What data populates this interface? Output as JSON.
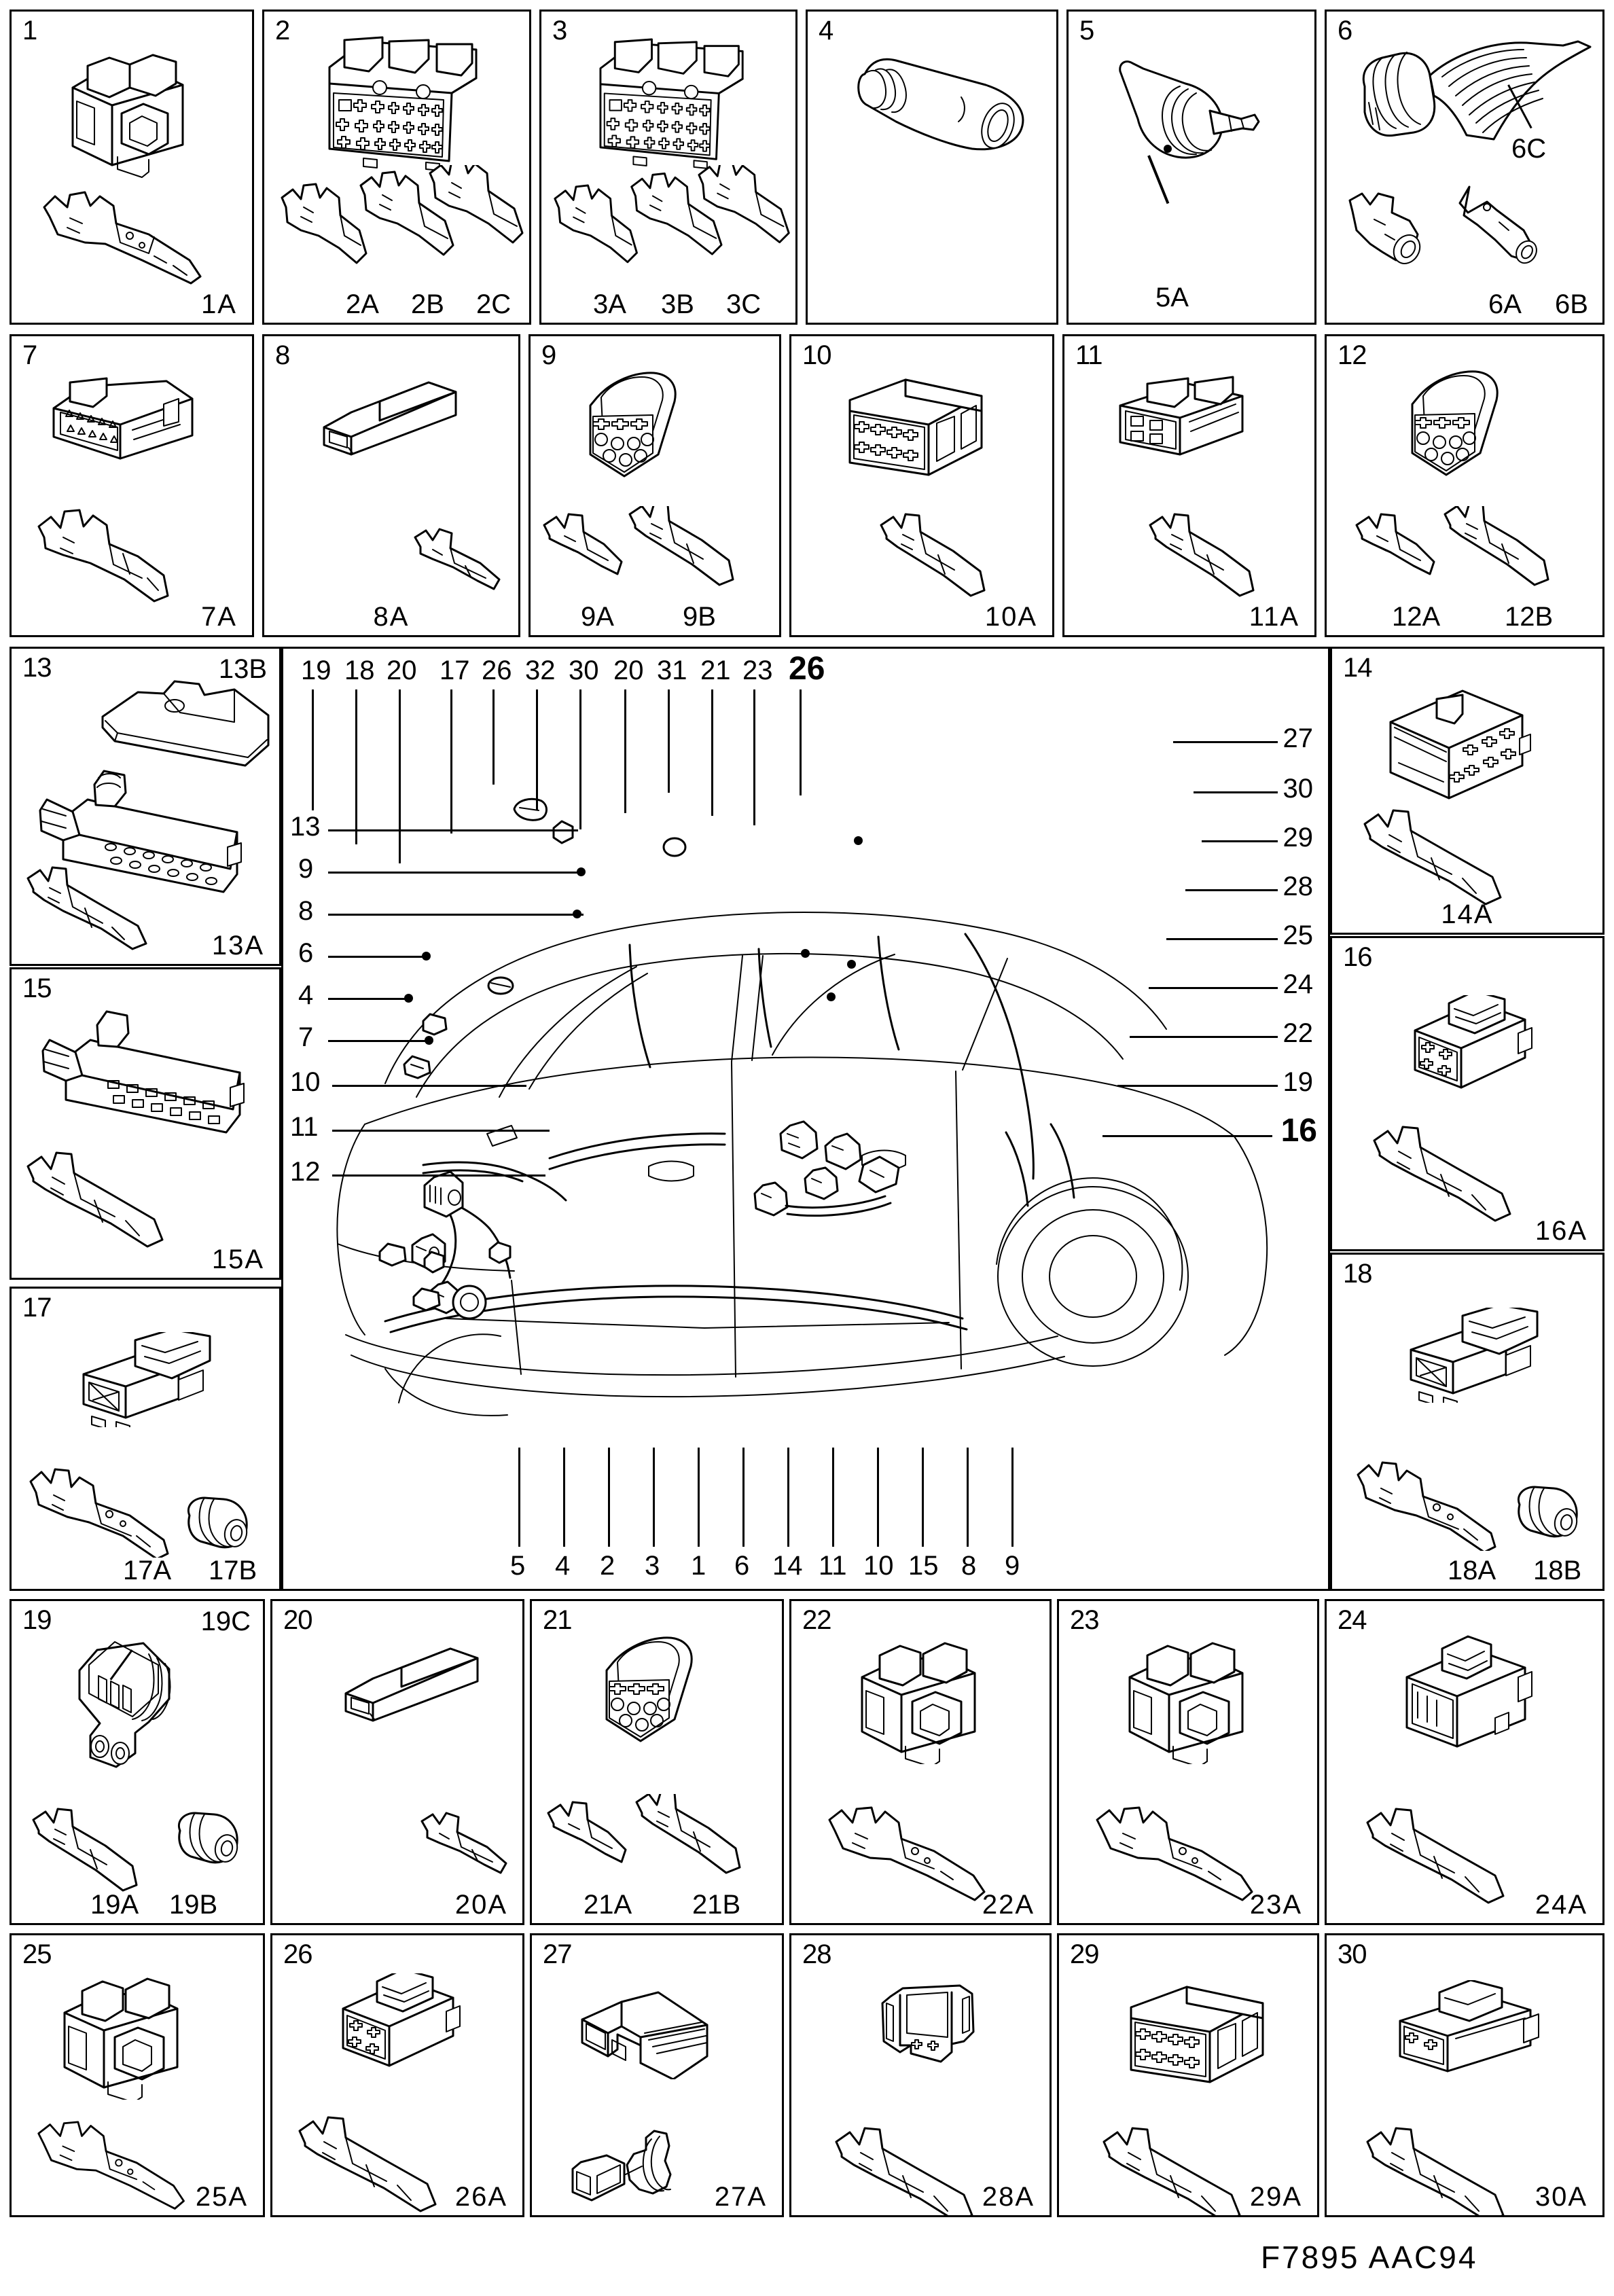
{
  "sheet": {
    "footer_code": "F7895 AAC94",
    "ink_color": "#000000",
    "background_color": "#ffffff"
  },
  "catalog_cells": [
    {
      "num": "1",
      "captions": [
        "1A"
      ]
    },
    {
      "num": "2",
      "captions": [
        "2A",
        "2B",
        "2C"
      ]
    },
    {
      "num": "3",
      "captions": [
        "3A",
        "3B",
        "3C"
      ]
    },
    {
      "num": "4",
      "captions": []
    },
    {
      "num": "5",
      "captions": [
        "5A"
      ]
    },
    {
      "num": "6",
      "captions": [
        "6C",
        "6A",
        "6B"
      ]
    },
    {
      "num": "7",
      "captions": [
        "7A"
      ]
    },
    {
      "num": "8",
      "captions": [
        "8A"
      ]
    },
    {
      "num": "9",
      "captions": [
        "9A",
        "9B"
      ]
    },
    {
      "num": "10",
      "captions": [
        "10A"
      ]
    },
    {
      "num": "11",
      "captions": [
        "11A"
      ]
    },
    {
      "num": "12",
      "captions": [
        "12A",
        "12B"
      ]
    },
    {
      "num": "13",
      "captions": [
        "13B",
        "13A"
      ]
    },
    {
      "num": "14",
      "captions": [
        "14A"
      ]
    },
    {
      "num": "15",
      "captions": [
        "15A"
      ]
    },
    {
      "num": "16",
      "captions": [
        "16A"
      ]
    },
    {
      "num": "17",
      "captions": [
        "17A",
        "17B"
      ]
    },
    {
      "num": "18",
      "captions": [
        "18A",
        "18B"
      ]
    },
    {
      "num": "19",
      "captions": [
        "19C",
        "19A",
        "19B"
      ]
    },
    {
      "num": "20",
      "captions": [
        "20A"
      ]
    },
    {
      "num": "21",
      "captions": [
        "21A",
        "21B"
      ]
    },
    {
      "num": "22",
      "captions": [
        "22A"
      ]
    },
    {
      "num": "23",
      "captions": [
        "23A"
      ]
    },
    {
      "num": "24",
      "captions": [
        "24A"
      ]
    },
    {
      "num": "25",
      "captions": [
        "25A"
      ]
    },
    {
      "num": "26",
      "captions": [
        "26A"
      ]
    },
    {
      "num": "27",
      "captions": [
        "27A"
      ]
    },
    {
      "num": "28",
      "captions": [
        "28A"
      ]
    },
    {
      "num": "29",
      "captions": [
        "29A"
      ]
    },
    {
      "num": "30",
      "captions": [
        "30A"
      ]
    }
  ],
  "labels": {
    "c1": "1",
    "c2": "2",
    "c3": "3",
    "c4": "4",
    "c5": "5",
    "c6": "6",
    "c7": "7",
    "c8": "8",
    "c9": "9",
    "c10": "10",
    "c11": "11",
    "c12": "12",
    "c13": "13",
    "c14": "14",
    "c15": "15",
    "c16": "16",
    "c17": "17",
    "c18": "18",
    "c19": "19",
    "c20": "20",
    "c21": "21",
    "c22": "22",
    "c23": "23",
    "c24": "24",
    "c25": "25",
    "c26": "26",
    "c27": "27",
    "c28": "28",
    "c29": "29",
    "c30": "30",
    "p1A": "1A",
    "p2A": "2A",
    "p2B": "2B",
    "p2C": "2C",
    "p3A": "3A",
    "p3B": "3B",
    "p3C": "3C",
    "p5A": "5A",
    "p6A": "6A",
    "p6B": "6B",
    "p6C": "6C",
    "p7A": "7A",
    "p8A": "8A",
    "p9A": "9A",
    "p9B": "9B",
    "p10A": "10A",
    "p11A": "11A",
    "p12A": "12A",
    "p12B": "12B",
    "p13A": "13A",
    "p13B": "13B",
    "p14A": "14A",
    "p15A": "15A",
    "p16A": "16A",
    "p17A": "17A",
    "p17B": "17B",
    "p18A": "18A",
    "p18B": "18B",
    "p19A": "19A",
    "p19B": "19B",
    "p19C": "19C",
    "p20A": "20A",
    "p21A": "21A",
    "p21B": "21B",
    "p22A": "22A",
    "p23A": "23A",
    "p24A": "24A",
    "p25A": "25A",
    "p26A": "26A",
    "p27A": "27A",
    "p28A": "28A",
    "p29A": "29A",
    "p30A": "30A"
  },
  "vehicle_diagram": {
    "description": "Cut-away side view of a car body showing routing of the wiring harness with numbered connector call-outs.",
    "callouts_top": [
      "19",
      "18",
      "20",
      "17",
      "26",
      "32",
      "30",
      "20",
      "31",
      "21",
      "23",
      "26"
    ],
    "callouts_right": [
      "27",
      "30",
      "29",
      "28",
      "25",
      "24",
      "22",
      "19",
      "16"
    ],
    "callouts_left": [
      "13",
      "9",
      "8",
      "6",
      "4",
      "7",
      "10",
      "11",
      "12"
    ],
    "callouts_bottom": [
      "5",
      "4",
      "2",
      "3",
      "1",
      "6",
      "14",
      "11",
      "10",
      "15",
      "8",
      "9"
    ],
    "top": {
      "t0": "19",
      "t1": "18",
      "t2": "20",
      "t3": "17",
      "t4": "26",
      "t5": "32",
      "t6": "30",
      "t7": "20",
      "t8": "31",
      "t9": "21",
      "t10": "23",
      "t11": "26"
    },
    "right": {
      "r0": "27",
      "r1": "30",
      "r2": "29",
      "r3": "28",
      "r4": "25",
      "r5": "24",
      "r6": "22",
      "r7": "19",
      "r8": "16"
    },
    "left": {
      "l0": "13",
      "l1": "9",
      "l2": "8",
      "l3": "6",
      "l4": "4",
      "l5": "7",
      "l6": "10",
      "l7": "11",
      "l8": "12"
    },
    "bottom": {
      "b0": "5",
      "b1": "4",
      "b2": "2",
      "b3": "3",
      "b4": "1",
      "b5": "6",
      "b6": "14",
      "b7": "11",
      "b8": "10",
      "b9": "15",
      "b10": "8",
      "b11": "9"
    }
  }
}
